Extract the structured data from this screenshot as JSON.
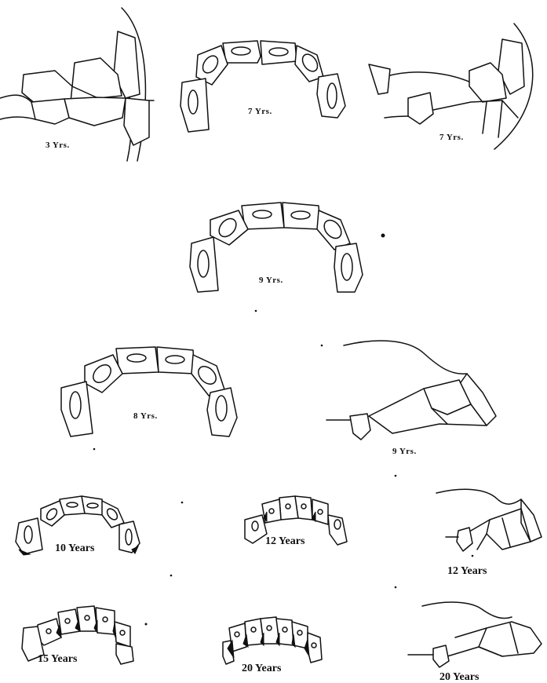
{
  "figures": [
    {
      "id": "f1",
      "caption": "3 Yrs.",
      "view": "side"
    },
    {
      "id": "f2",
      "caption": "7 Yrs.",
      "view": "table"
    },
    {
      "id": "f3",
      "caption": "7 Yrs.",
      "view": "side"
    },
    {
      "id": "f4",
      "caption": "9 Yrs.",
      "view": "table"
    },
    {
      "id": "f5",
      "caption": "8 Yrs.",
      "view": "table"
    },
    {
      "id": "f6",
      "caption": "9 Yrs.",
      "view": "side"
    },
    {
      "id": "f7",
      "caption": "10 Years",
      "view": "table"
    },
    {
      "id": "f8",
      "caption": "12 Years",
      "view": "table"
    },
    {
      "id": "f9",
      "caption": "12 Years",
      "view": "side"
    },
    {
      "id": "f10",
      "caption": "15 Years",
      "view": "table"
    },
    {
      "id": "f11",
      "caption": "20 Years",
      "view": "table"
    },
    {
      "id": "f12",
      "caption": "20 Years",
      "view": "side"
    }
  ]
}
